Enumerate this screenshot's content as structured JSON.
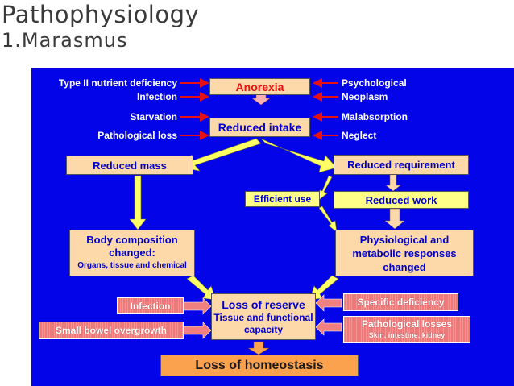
{
  "slide": {
    "title": "Pathophysiology",
    "subtitle": "1.Marasmus"
  },
  "left_factors": [
    "Type II nutrient deficiency",
    "Infection",
    "Starvation",
    "Pathological loss"
  ],
  "right_factors": [
    "Psychological",
    "Neoplasm",
    "Malabsorption",
    "Neglect"
  ],
  "boxes": {
    "anorexia": "Anorexia",
    "reduced_intake": "Reduced intake",
    "reduced_mass": "Reduced mass",
    "reduced_requirement": "Reduced requirement",
    "efficient_use": "Efficient use",
    "reduced_work": "Reduced work",
    "body_composition": {
      "line1": "Body composition",
      "line2": "changed:",
      "line3": "Organs, tissue and chemical"
    },
    "physiological": {
      "line1": "Physiological and",
      "line2": "metabolic responses",
      "line3": "changed"
    },
    "loss_of_reserve": {
      "line1": "Loss of reserve",
      "line2": "Tissue and functional",
      "line3": "capacity"
    },
    "infection": "Infection",
    "small_bowel": "Small bowel overgrowth",
    "specific_deficiency": "Specific deficiency",
    "pathological_losses": {
      "line1": "Pathological losses",
      "line2": "Skin, intestine, kidney"
    },
    "loss_of_homeostasis": "Loss of homeostasis"
  },
  "colors": {
    "panel": "#0404e8",
    "arrow_red": "#e81010",
    "arrow_yellow": "#ffff66",
    "box_peach": "#fdd8a8",
    "box_orange": "#fba24f",
    "box_pink": "#f07878"
  }
}
